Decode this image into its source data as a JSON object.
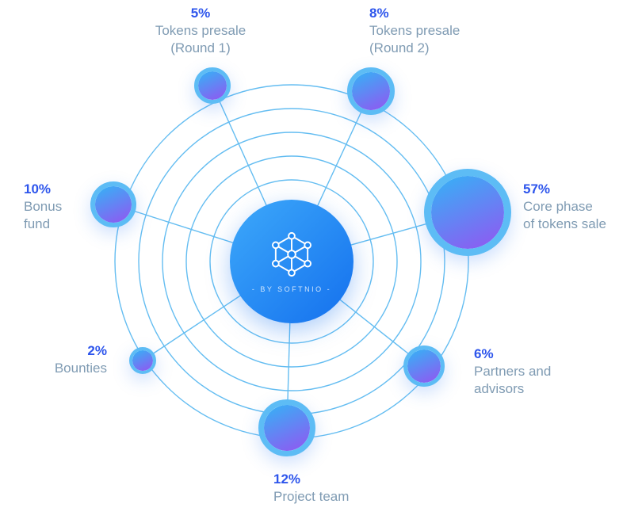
{
  "chart_data": {
    "type": "pie",
    "layout": "radial orbit bubble diagram, bubble size proportional to value, center logo hub",
    "unit": "%",
    "categories": [
      "Tokens presale (Round 1)",
      "Tokens presale (Round 2)",
      "Core phase of tokens sale",
      "Bonus fund",
      "Bounties",
      "Partners and advisors",
      "Project team"
    ],
    "values": [
      5,
      8,
      57,
      10,
      2,
      6,
      12
    ],
    "segments": [
      {
        "name": "presale-round1",
        "value": 5,
        "pct": "5%",
        "lines": [
          "Tokens presale",
          "(Round 1)"
        ]
      },
      {
        "name": "presale-round2",
        "value": 8,
        "pct": "8%",
        "lines": [
          "Tokens presale",
          "(Round 2)"
        ]
      },
      {
        "name": "core-sale",
        "value": 57,
        "pct": "57%",
        "lines": [
          "Core phase",
          "of tokens sale"
        ]
      },
      {
        "name": "bonus-fund",
        "value": 10,
        "pct": "10%",
        "lines": [
          "Bonus",
          "fund"
        ]
      },
      {
        "name": "bounties",
        "value": 2,
        "pct": "2%",
        "lines": [
          "Bounties"
        ]
      },
      {
        "name": "partners",
        "value": 6,
        "pct": "6%",
        "lines": [
          "Partners and",
          "advisors"
        ]
      },
      {
        "name": "project-team",
        "value": 12,
        "pct": "12%",
        "lines": [
          "Project team"
        ]
      }
    ],
    "legend": "none",
    "grid": "concentric orbit rings"
  },
  "center": {
    "caption": "- BY SOFTNIO -",
    "logo": "hexagon-network-icon"
  },
  "colors": {
    "percent_text": "#2d55ec",
    "label_text": "#7f9bb3",
    "orbit_line": "#54b6f0",
    "bubble_ring": "#5dbcf5",
    "bubble_gradient_start": "#33b4f6",
    "bubble_gradient_end": "#8a5ef2",
    "center_gradient_start": "#3da9fa",
    "center_gradient_end": "#1470ee",
    "background": "#ffffff"
  }
}
